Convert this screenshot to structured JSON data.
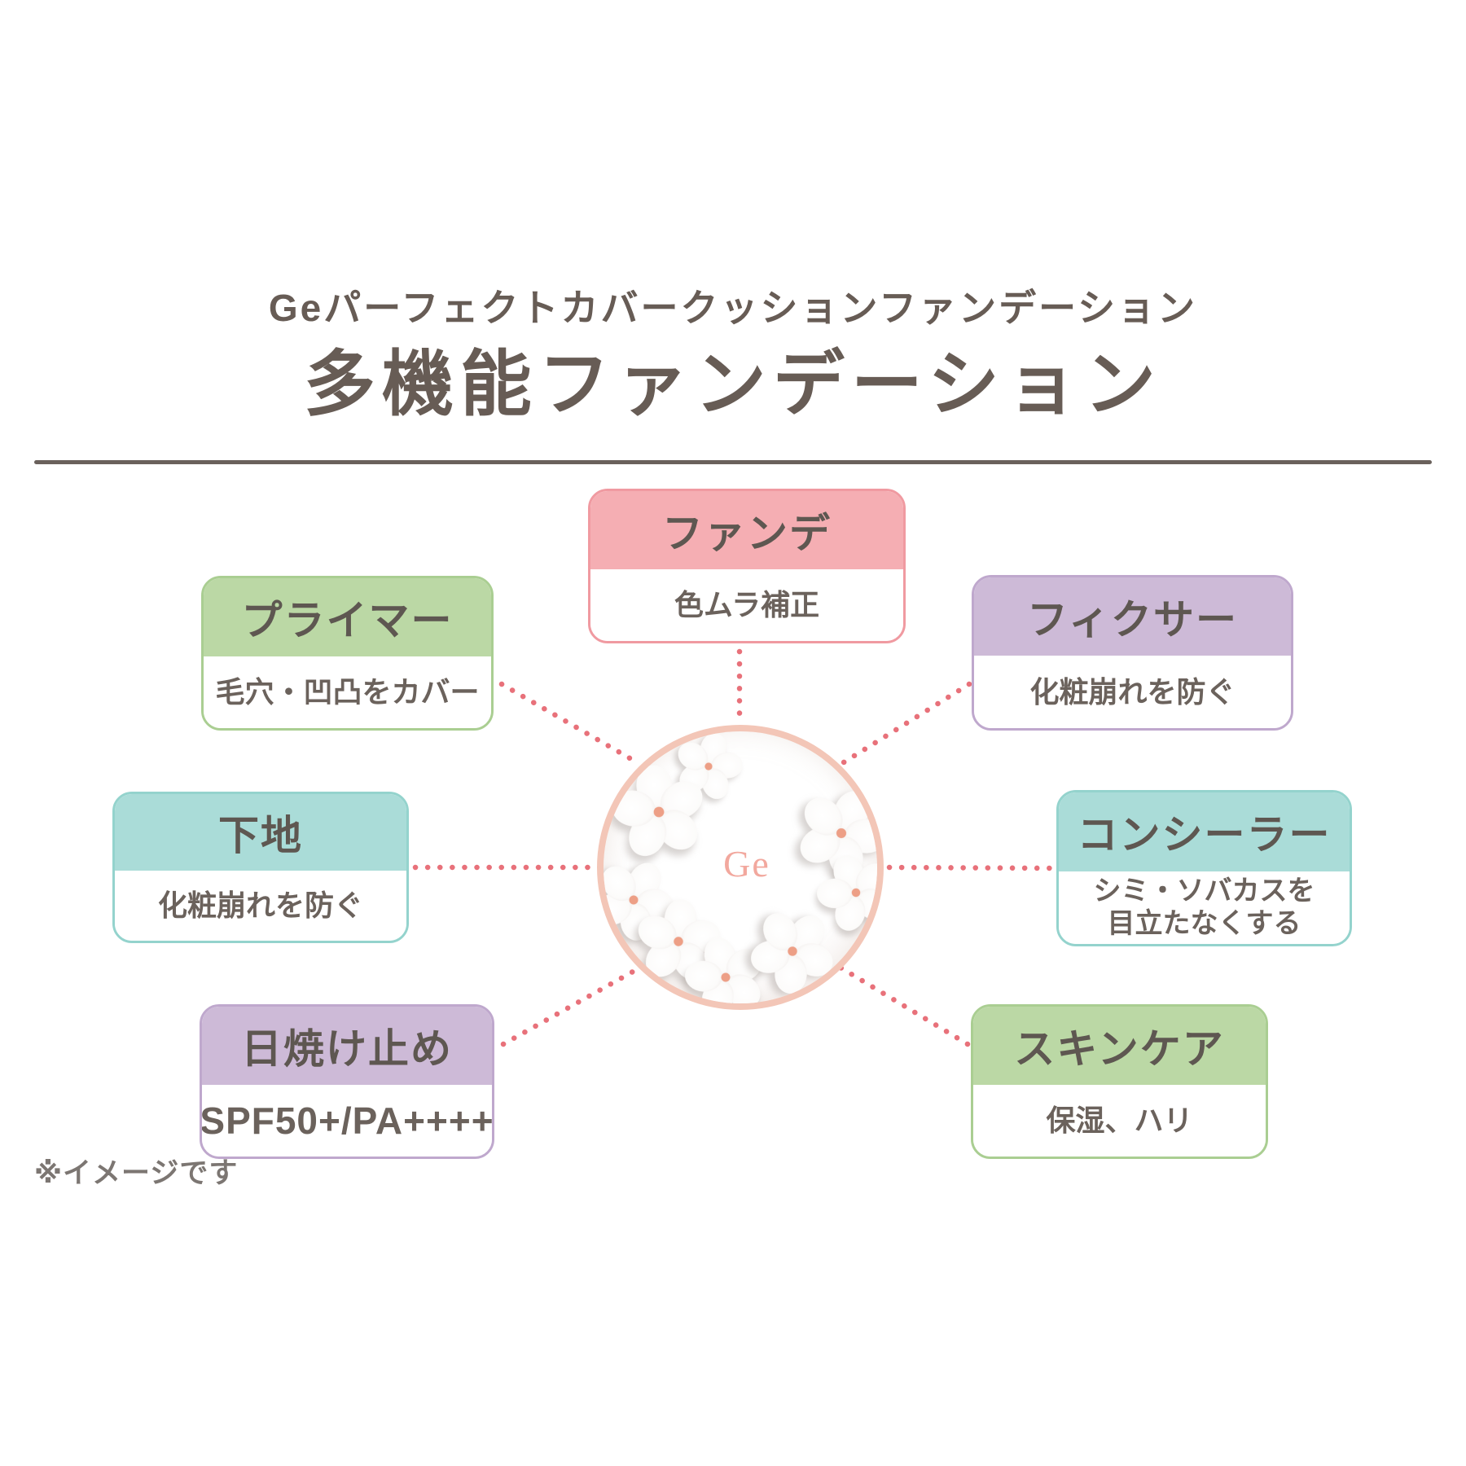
{
  "header": {
    "subtitle": "Geパーフェクトカバークッションファンデーション",
    "title": "多機能ファンデーション"
  },
  "product": {
    "logo": "Ge"
  },
  "features": [
    {
      "id": "foundation",
      "label": "ファンデ",
      "desc": "色ムラ補正",
      "desc2": "",
      "color": "pink"
    },
    {
      "id": "primer",
      "label": "プライマー",
      "desc": "毛穴・凹凸をカバー",
      "desc2": "",
      "color": "green"
    },
    {
      "id": "fixer",
      "label": "フィクサー",
      "desc": "化粧崩れを防ぐ",
      "desc2": "",
      "color": "purple"
    },
    {
      "id": "base",
      "label": "下地",
      "desc": "化粧崩れを防ぐ",
      "desc2": "",
      "color": "teal"
    },
    {
      "id": "concealer",
      "label": "コンシーラー",
      "desc": "シミ・ソバカスを",
      "desc2": "目立たなくする",
      "color": "teal"
    },
    {
      "id": "sunscreen",
      "label": "日焼け止め",
      "desc": "SPF50+/PA++++",
      "desc2": "",
      "color": "purple"
    },
    {
      "id": "skincare",
      "label": "スキンケア",
      "desc": "保湿、ハリ",
      "desc2": "",
      "color": "green"
    }
  ],
  "footnote": "※イメージです",
  "colors": {
    "title_text": "#675C55",
    "card_header_text": "#5E5751",
    "card_body_text": "#6B625C",
    "divider": "#6A615C",
    "dotted_line": "#E8717A",
    "pink_fill": "#F5AEB3",
    "pink_border": "#F09AA1",
    "green_fill": "#BBD8A5",
    "green_border": "#AACE92",
    "teal_fill": "#AADCD8",
    "teal_border": "#94D3CD",
    "purple_fill": "#CDBAD7",
    "purple_border": "#BFA8CD",
    "compact_rim": "#F3C6B7",
    "logo": "#F2A89E",
    "flower_center": "#ED9F86",
    "background": "#FFFFFF"
  }
}
